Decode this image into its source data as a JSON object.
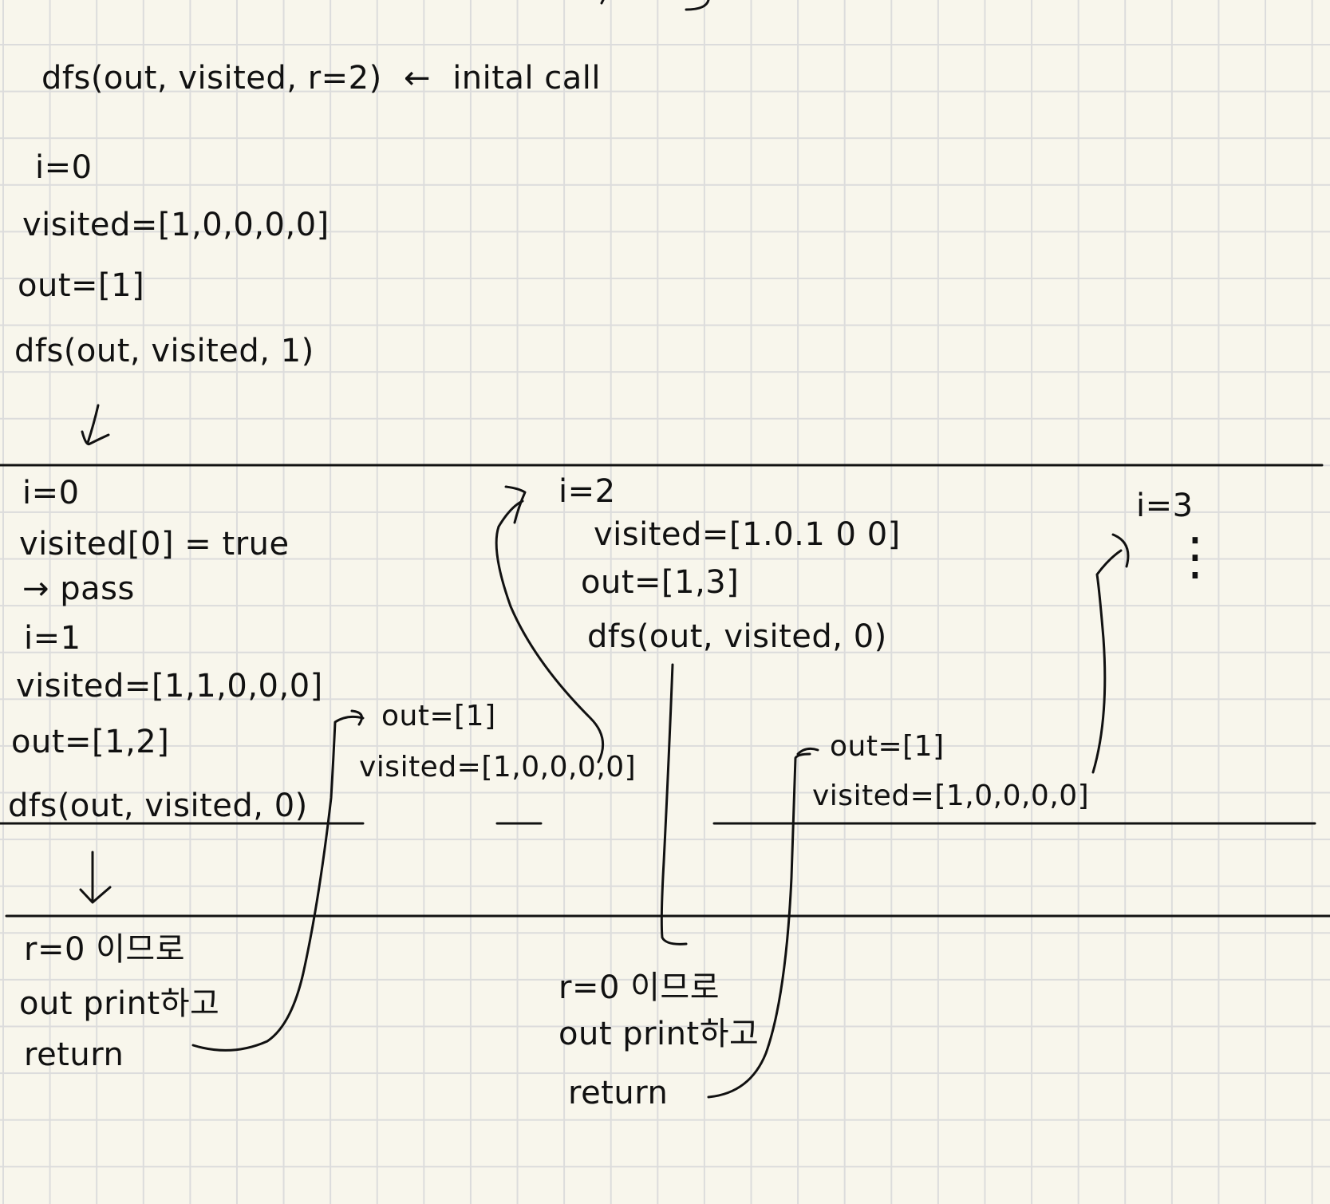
{
  "note": {
    "background_color": "#f8f6ec",
    "grid_color": "#dcdcdc",
    "ink_color": "#111111",
    "header": {
      "call": "dfs(out, visited, r=2)",
      "arrow": "←",
      "annotation": "inital call"
    },
    "level0": {
      "i": "i=0",
      "visited": "visited=[1,0,0,0,0]",
      "out": "out=[1]",
      "call": "dfs(out, visited, 1)"
    },
    "level1": {
      "i0": {
        "i": "i=0",
        "check": "visited[0] = true",
        "result": "→ pass"
      },
      "i1": {
        "i": "i=1",
        "visited": "visited=[1,1,0,0,0]",
        "out": "out=[1,2]",
        "call": "dfs(out, visited, 0)"
      },
      "backtrack1": {
        "out": "out=[1]",
        "visited": "visited=[1,0,0,0,0]"
      },
      "i2": {
        "i": "i=2",
        "visited": "visited=[1.0.1 0 0]",
        "out": "out=[1,3]",
        "call": "dfs(out, visited, 0)"
      },
      "backtrack2": {
        "out": "out=[1]",
        "visited": "visited=[1,0,0,0,0]"
      },
      "i3": {
        "i": "i=3",
        "continuation": "⋮"
      }
    },
    "level2": {
      "left": {
        "line1": "r=0 이므로",
        "line2": "out print하고",
        "line3": "return"
      },
      "right": {
        "line1": "r=0 이므로",
        "line2": "out print하고",
        "line3": "return"
      }
    }
  }
}
